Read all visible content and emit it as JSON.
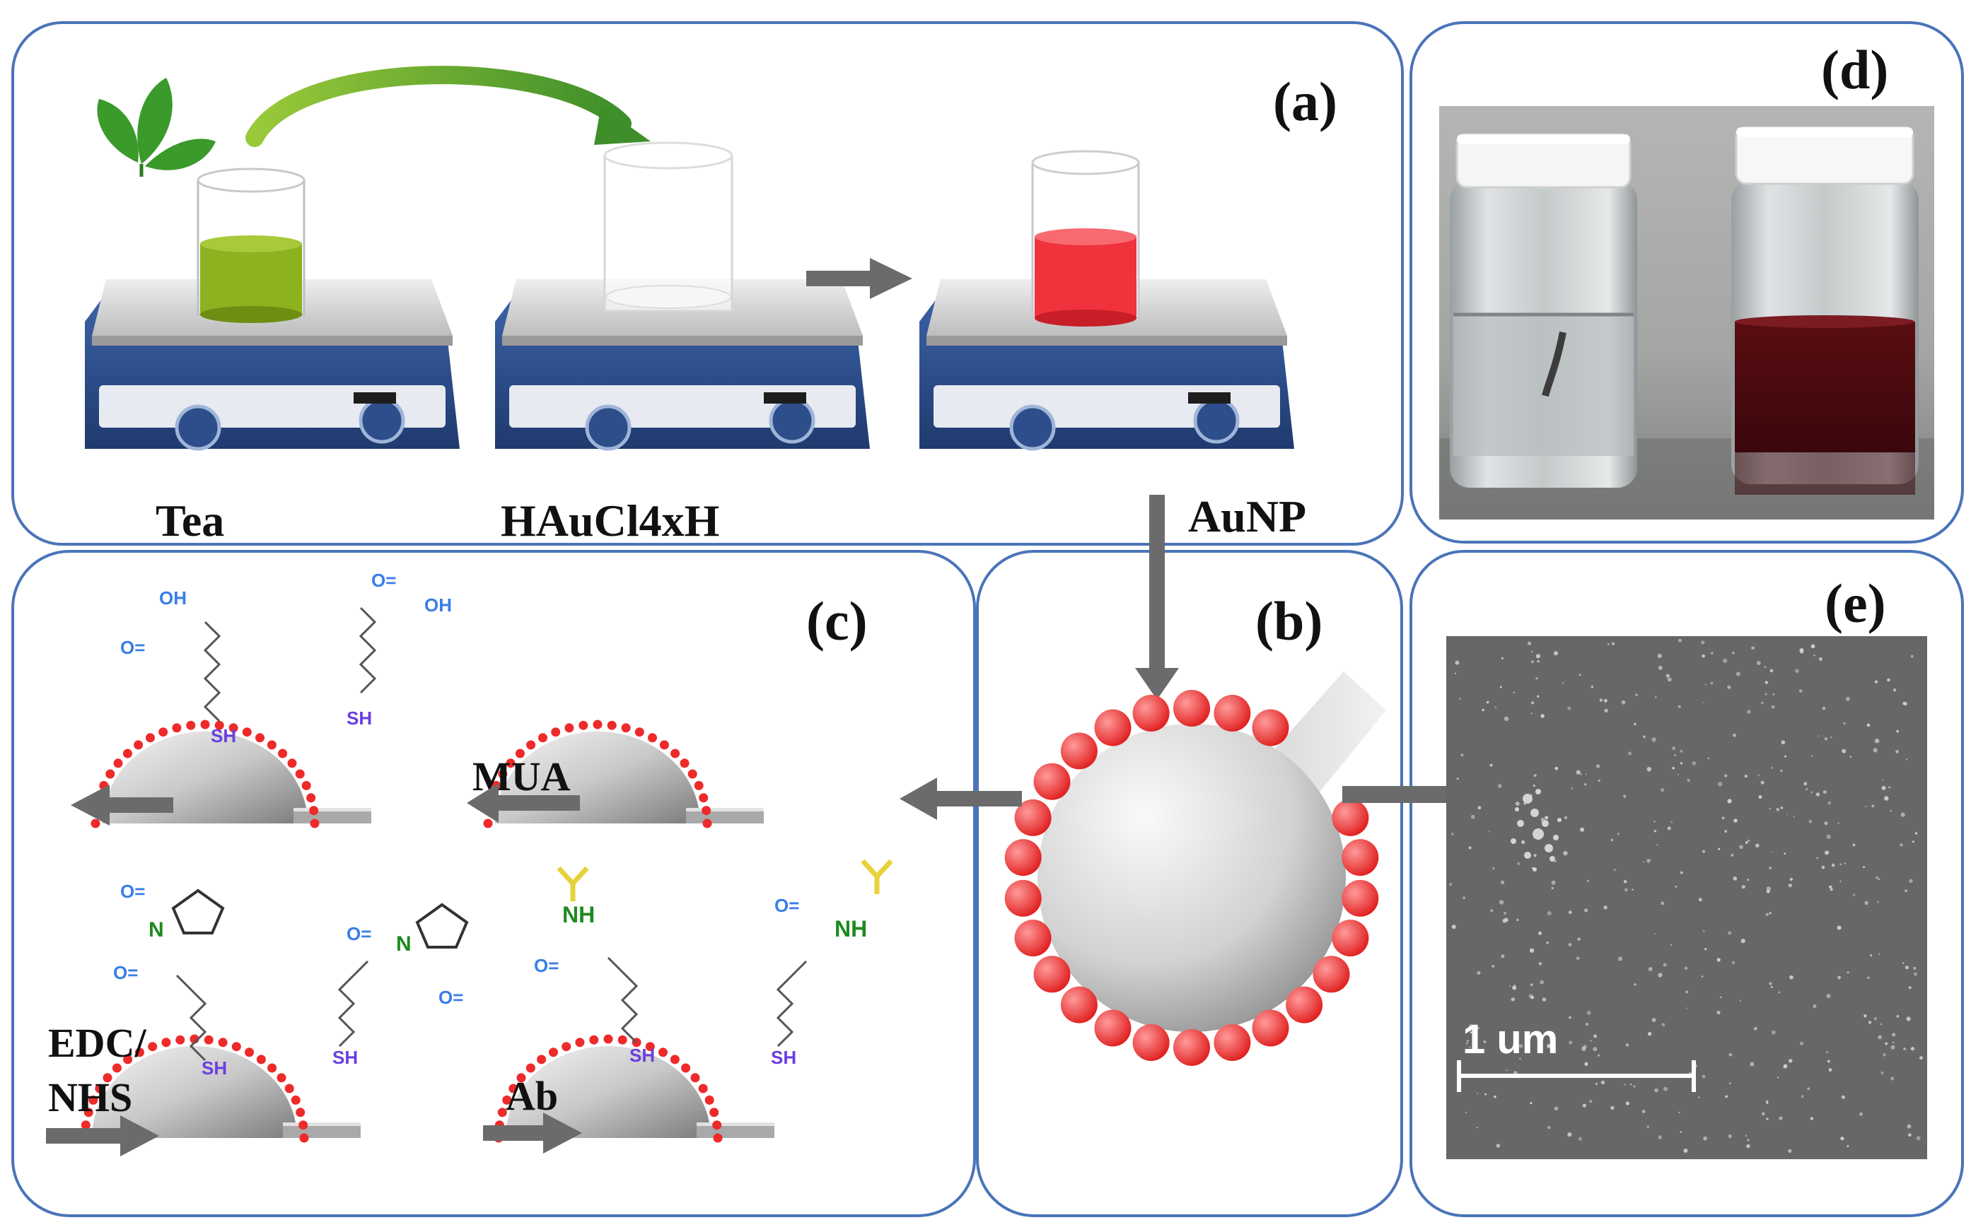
{
  "panels": {
    "a": {
      "label": "(a)"
    },
    "b": {
      "label": "(b)"
    },
    "c": {
      "label": "(c)"
    },
    "d": {
      "label": "(d)"
    },
    "e": {
      "label": "(e)"
    }
  },
  "synthesis": {
    "tea_label": "Tea",
    "precursor_label": "HAuCl4xH",
    "product_label": "AuNP"
  },
  "functionalization": {
    "mua_label": "MUA",
    "edc_label_line1": "EDC/",
    "edc_label_line2": "NHS",
    "ab_label": "Ab"
  },
  "chemistry": {
    "sh": "SH",
    "nh": "NH",
    "n": "N",
    "o_double": "O=",
    "oh": "OH"
  },
  "sem": {
    "scale_label": "1 um"
  },
  "colors": {
    "panel_border": "#4a74b9",
    "arrow": "#6b6b6b",
    "gold_np": "#ee3b3b",
    "tea_liquid": "#8cb21f",
    "aunp_liquid": "#f0323c",
    "hotplate_blue": "#2e4f8f",
    "leaf_green": "#3a9a2a",
    "chem_blue": "#3a7ee8",
    "chem_purple": "#6a3ee0",
    "chem_green": "#1e8a1e",
    "ab_yellow": "#e6d23a"
  }
}
